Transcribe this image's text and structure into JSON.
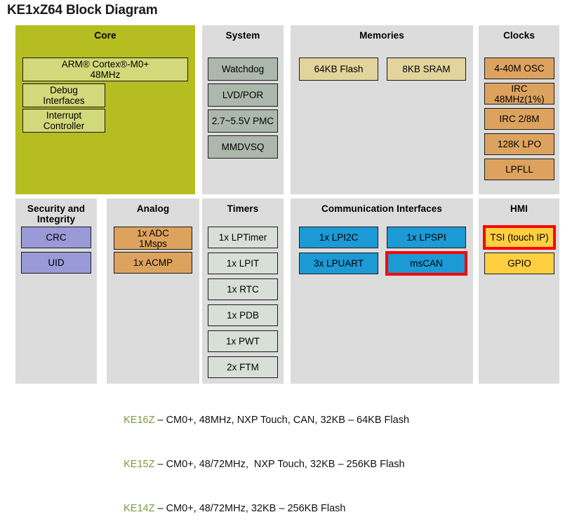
{
  "title": "KE1xZ64 Block Diagram",
  "colors": {
    "core_panel": "#b5bd21",
    "panel_bg": "#dcdcdc",
    "core_block": "#d3d87a",
    "system_block": "#adb8ad",
    "memory_block": "#e2d49c",
    "clock_block": "#dda35e",
    "security_block": "#9a9ad8",
    "analog_block": "#dda35e",
    "timer_block": "#d7dfd7",
    "comm_block": "#1b9ad6",
    "hmi_block": "#ffcf40",
    "highlight_border": "#ff0000",
    "legend_part": "#7b9a3f"
  },
  "panels": {
    "core": {
      "title": "Core",
      "blocks": [
        {
          "label": "ARM® Cortex®-M0+\n48MHz",
          "highlight": false
        },
        {
          "label": "Debug\nInterfaces",
          "highlight": false
        },
        {
          "label": "Interrupt\nController",
          "highlight": false
        }
      ]
    },
    "system": {
      "title": "System",
      "blocks": [
        {
          "label": "Watchdog",
          "highlight": false
        },
        {
          "label": "LVD/POR",
          "highlight": false
        },
        {
          "label": "2.7~5.5V PMC",
          "highlight": false
        },
        {
          "label": "MMDVSQ",
          "highlight": false
        }
      ]
    },
    "memories": {
      "title": "Memories",
      "blocks": [
        {
          "label": "64KB Flash",
          "highlight": false
        },
        {
          "label": "8KB SRAM",
          "highlight": false
        }
      ]
    },
    "clocks": {
      "title": "Clocks",
      "blocks": [
        {
          "label": "4-40M OSC",
          "highlight": false
        },
        {
          "label": "IRC 48MHz(1%)",
          "highlight": false
        },
        {
          "label": "IRC 2/8M",
          "highlight": false
        },
        {
          "label": "128K LPO",
          "highlight": false
        },
        {
          "label": "LPFLL",
          "highlight": false
        }
      ]
    },
    "security": {
      "title": "Security and\nIntegrity",
      "blocks": [
        {
          "label": "CRC",
          "highlight": false
        },
        {
          "label": "UID",
          "highlight": false
        }
      ]
    },
    "analog": {
      "title": "Analog",
      "blocks": [
        {
          "label": "1x ADC\n1Msps",
          "highlight": false
        },
        {
          "label": "1x ACMP",
          "highlight": false
        }
      ]
    },
    "timers": {
      "title": "Timers",
      "blocks": [
        {
          "label": "1x LPTimer",
          "highlight": false
        },
        {
          "label": "1x LPIT",
          "highlight": false
        },
        {
          "label": "1x RTC",
          "highlight": false
        },
        {
          "label": "1x PDB",
          "highlight": false
        },
        {
          "label": "1x PWT",
          "highlight": false
        },
        {
          "label": "2x FTM",
          "highlight": false
        }
      ]
    },
    "communication": {
      "title": "Communication Interfaces",
      "blocks": [
        {
          "label": "1x LPI2C",
          "highlight": false
        },
        {
          "label": "1x LPSPI",
          "highlight": false
        },
        {
          "label": "3x LPUART",
          "highlight": false
        },
        {
          "label": "msCAN",
          "highlight": true
        }
      ]
    },
    "hmi": {
      "title": "HMI",
      "blocks": [
        {
          "label": "TSI (touch IP)",
          "highlight": true
        },
        {
          "label": "GPIO",
          "highlight": false
        }
      ]
    }
  },
  "legend": [
    {
      "part": "KE16Z",
      "desc": " – CM0+, 48MHz, NXP Touch, CAN, 32KB – 64KB Flash"
    },
    {
      "part": "KE15Z",
      "desc": " – CM0+, 48/72MHz,  NXP Touch, 32KB – 256KB Flash"
    },
    {
      "part": "KE14Z",
      "desc": " – CM0+, 48/72MHz, 32KB – 256KB Flash"
    }
  ]
}
